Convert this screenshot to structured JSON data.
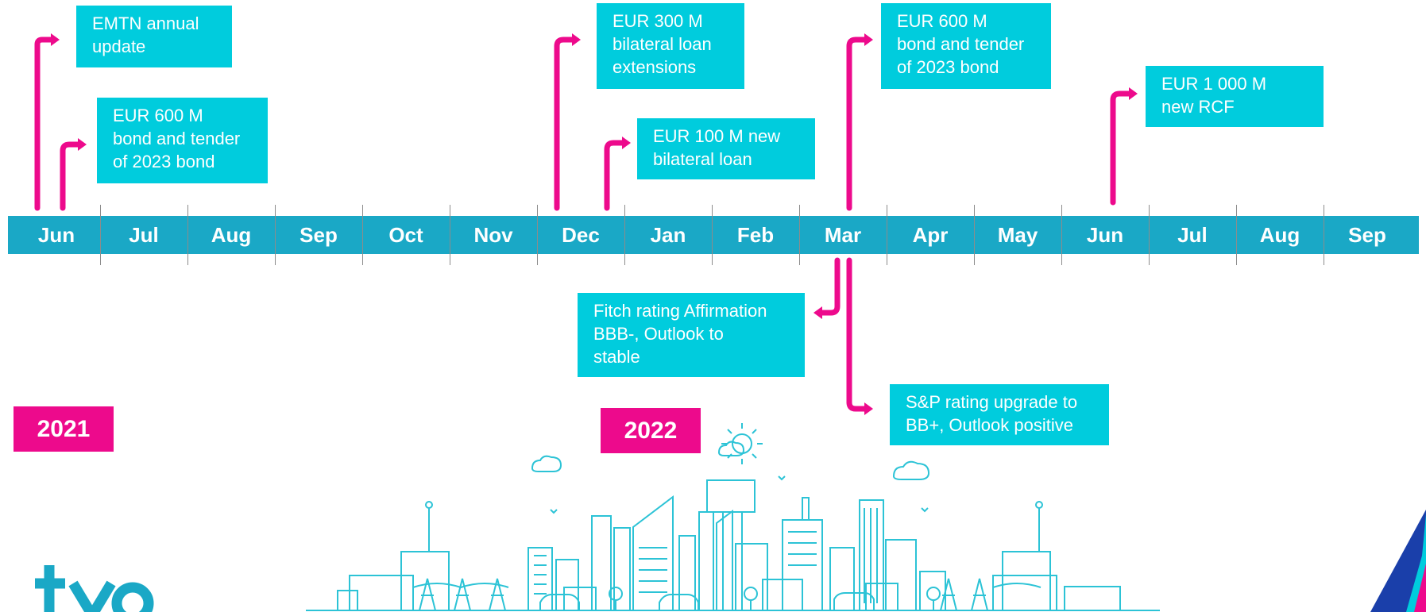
{
  "colors": {
    "timeline": "#1aa8c6",
    "event_box": "#00ccdd",
    "connector": "#ed0a8c",
    "year_badge": "#ed0a8c",
    "city": "#2cc3d6",
    "logo": "#1aa8c6"
  },
  "months": [
    "Jun",
    "Jul",
    "Aug",
    "Sep",
    "Oct",
    "Nov",
    "Dec",
    "Jan",
    "Feb",
    "Mar",
    "Apr",
    "May",
    "Jun",
    "Jul",
    "Aug",
    "Sep"
  ],
  "events": {
    "emtn": "EMTN annual\nupdate",
    "bond_2021": "EUR 600 M\nbond and tender\nof 2023 bond",
    "loan_ext": "EUR 300 M\nbilateral loan\nextensions",
    "loan_new": "EUR 100 M new\nbilateral loan",
    "bond_2022": "EUR 600 M\nbond and tender\nof 2023 bond",
    "rcf": "EUR 1 000 M\nnew RCF",
    "fitch": "Fitch rating Affirmation\nBBB-, Outlook to\nstable",
    "sp": "S&P rating upgrade to\nBB+, Outlook positive"
  },
  "years": {
    "y2021": "2021",
    "y2022": "2022"
  },
  "logo": {
    "text": "tvo"
  },
  "icons": {
    "illustration": "city-skyline-illustration",
    "corner": "corner-decoration"
  }
}
